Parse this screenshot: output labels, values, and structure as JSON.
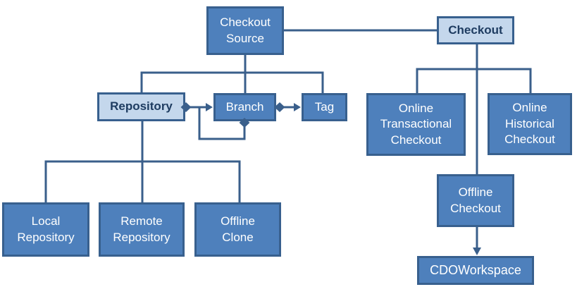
{
  "colors": {
    "connector": "#3A5F8B",
    "node_fill": "#4E80BC",
    "node_border": "#38608E",
    "light_fill": "#C4D7EC",
    "light_text": "#1E3C61",
    "canvas_bg": "#FFFFFF"
  },
  "nodes": {
    "checkout_source": {
      "label": "Checkout\nSource",
      "style": "dark"
    },
    "checkout": {
      "label": "Checkout",
      "style": "light"
    },
    "repository": {
      "label": "Repository",
      "style": "light"
    },
    "branch": {
      "label": "Branch",
      "style": "dark"
    },
    "tag": {
      "label": "Tag",
      "style": "dark"
    },
    "online_transactional_checkout": {
      "label": "Online\nTransactional\nCheckout",
      "style": "dark"
    },
    "online_historical_checkout": {
      "label": "Online\nHistorical\nCheckout",
      "style": "dark"
    },
    "offline_checkout": {
      "label": "Offline\nCheckout",
      "style": "dark"
    },
    "cdo_workspace": {
      "label": "CDOWorkspace",
      "style": "dark"
    },
    "local_repository": {
      "label": "Local\nRepository",
      "style": "dark"
    },
    "remote_repository": {
      "label": "Remote\nRepository",
      "style": "dark"
    },
    "offline_clone": {
      "label": "Offline\nClone",
      "style": "dark"
    }
  },
  "edges": [
    {
      "from": "checkout_source",
      "to": "checkout",
      "type": "association"
    },
    {
      "from": "checkout_source",
      "to": "repository",
      "type": "tree-child"
    },
    {
      "from": "checkout_source",
      "to": "branch",
      "type": "tree-child"
    },
    {
      "from": "checkout_source",
      "to": "tag",
      "type": "tree-child"
    },
    {
      "from": "repository",
      "to": "branch",
      "type": "aggregation-arrow"
    },
    {
      "from": "branch",
      "to": "branch",
      "type": "aggregation-arrow-self"
    },
    {
      "from": "branch",
      "to": "tag",
      "type": "aggregation-arrow"
    },
    {
      "from": "repository",
      "to": "local_repository",
      "type": "tree-child"
    },
    {
      "from": "repository",
      "to": "remote_repository",
      "type": "tree-child"
    },
    {
      "from": "repository",
      "to": "offline_clone",
      "type": "tree-child"
    },
    {
      "from": "checkout",
      "to": "online_transactional_checkout",
      "type": "tree-child"
    },
    {
      "from": "checkout",
      "to": "online_historical_checkout",
      "type": "tree-child"
    },
    {
      "from": "checkout",
      "to": "offline_checkout",
      "type": "tree-child"
    },
    {
      "from": "offline_checkout",
      "to": "cdo_workspace",
      "type": "directed-arrow"
    }
  ]
}
